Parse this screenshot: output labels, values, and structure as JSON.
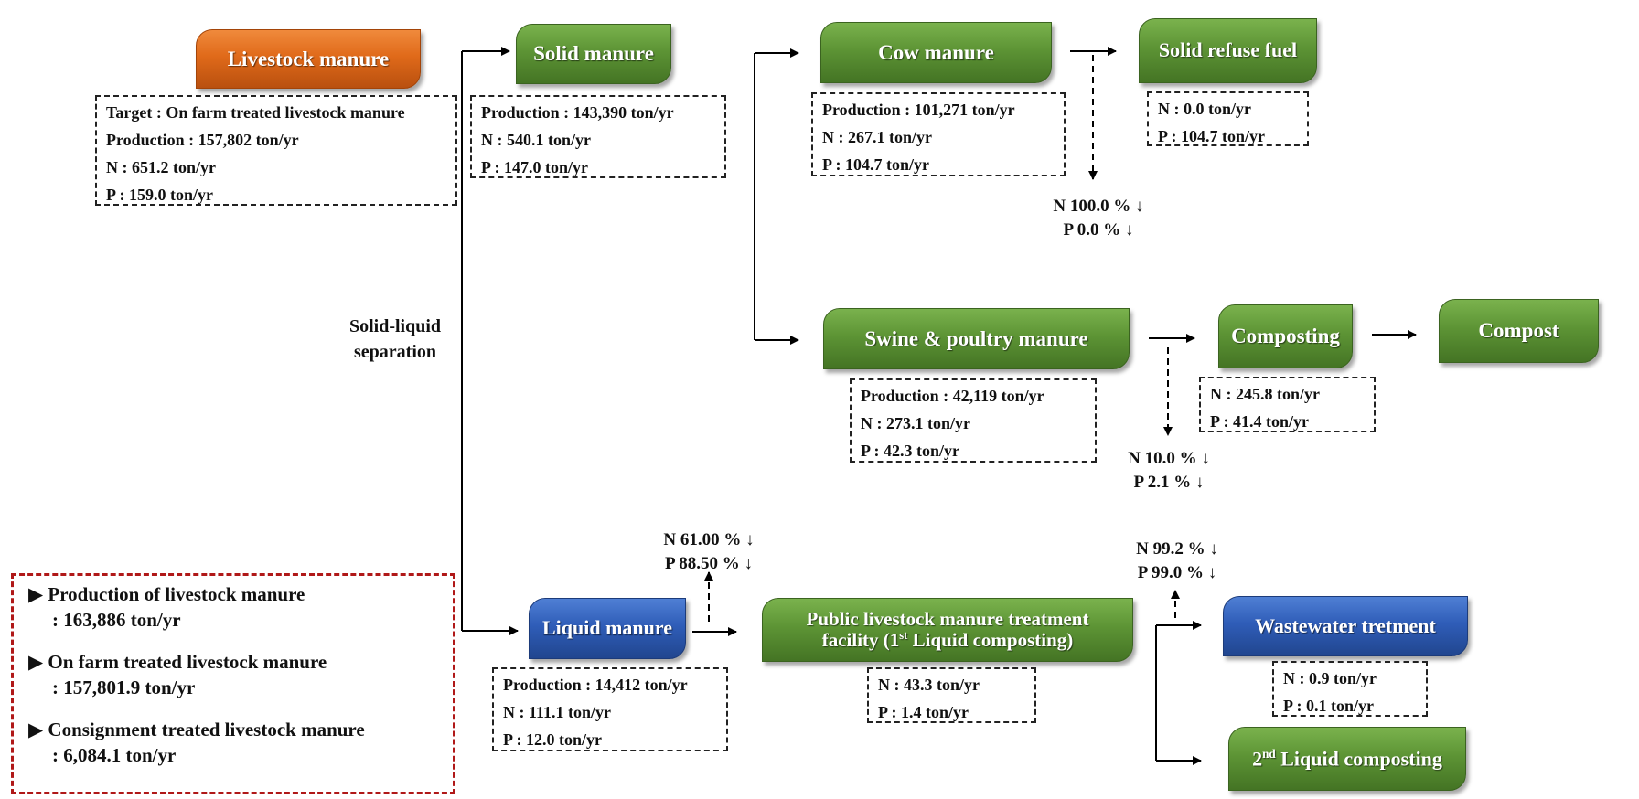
{
  "nodes": {
    "livestock_manure": "Livestock manure",
    "solid_manure": "Solid manure",
    "cow_manure": "Cow manure",
    "solid_refuse_fuel": "Solid refuse fuel",
    "swine_poultry_manure": "Swine & poultry manure",
    "composting": "Composting",
    "compost": "Compost",
    "liquid_manure": "Liquid manure",
    "public_facility_line1": "Public livestock manure treatment",
    "public_facility_line2_pre": "facility (1",
    "public_facility_line2_sup": "st",
    "public_facility_line2_post": " Liquid composting)",
    "wastewater": "Wastewater tretment",
    "second_liquid_pre": "2",
    "second_liquid_sup": "nd",
    "second_liquid_post": " Liquid composting"
  },
  "colors": {
    "green": "#5d9435",
    "orange": "#e06a1a",
    "blue": "#2f5db8",
    "summary_border": "#b01818"
  },
  "boxes": {
    "livestock": [
      "Target : On farm treated livestock manure",
      "Production : 157,802 ton/yr",
      "N : 651.2 ton/yr",
      "P : 159.0 ton/yr"
    ],
    "solid": [
      "Production : 143,390 ton/yr",
      "N : 540.1 ton/yr",
      "P : 147.0 ton/yr"
    ],
    "cow": [
      "Production : 101,271 ton/yr",
      "N : 267.1 ton/yr",
      "P : 104.7 ton/yr"
    ],
    "srf": [
      "N : 0.0 ton/yr",
      "P : 104.7 ton/yr"
    ],
    "swine": [
      "Production : 42,119 ton/yr",
      "N : 273.1 ton/yr",
      "P : 42.3 ton/yr"
    ],
    "composting": [
      "N : 245.8 ton/yr",
      "P : 41.4 ton/yr"
    ],
    "liquid": [
      "Production : 14,412 ton/yr",
      "N : 111.1 ton/yr",
      "P : 12.0 ton/yr"
    ],
    "public": [
      "N : 43.3 ton/yr",
      "P : 1.4 ton/yr"
    ],
    "wastewater": [
      "N : 0.9 ton/yr",
      "P : 0.1 ton/yr"
    ]
  },
  "reductions": {
    "cow": [
      "N 100.0 % ↓",
      "P 0.0 % ↓"
    ],
    "swine": [
      "N 10.0 % ↓",
      "P 2.1 % ↓"
    ],
    "liquid": [
      "N 61.00 % ↓",
      "P 88.50 % ↓"
    ],
    "public": [
      "N 99.2 % ↓",
      "P 99.0 % ↓"
    ]
  },
  "separation_label": [
    "Solid-liquid",
    "separation"
  ],
  "summary": [
    {
      "title": "▶ Production of livestock manure",
      "value": ": 163,886 ton/yr"
    },
    {
      "title": "▶ On farm treated livestock manure",
      "value": ": 157,801.9 ton/yr"
    },
    {
      "title": "▶ Consignment treated livestock manure",
      "value": ": 6,084.1 ton/yr"
    }
  ]
}
